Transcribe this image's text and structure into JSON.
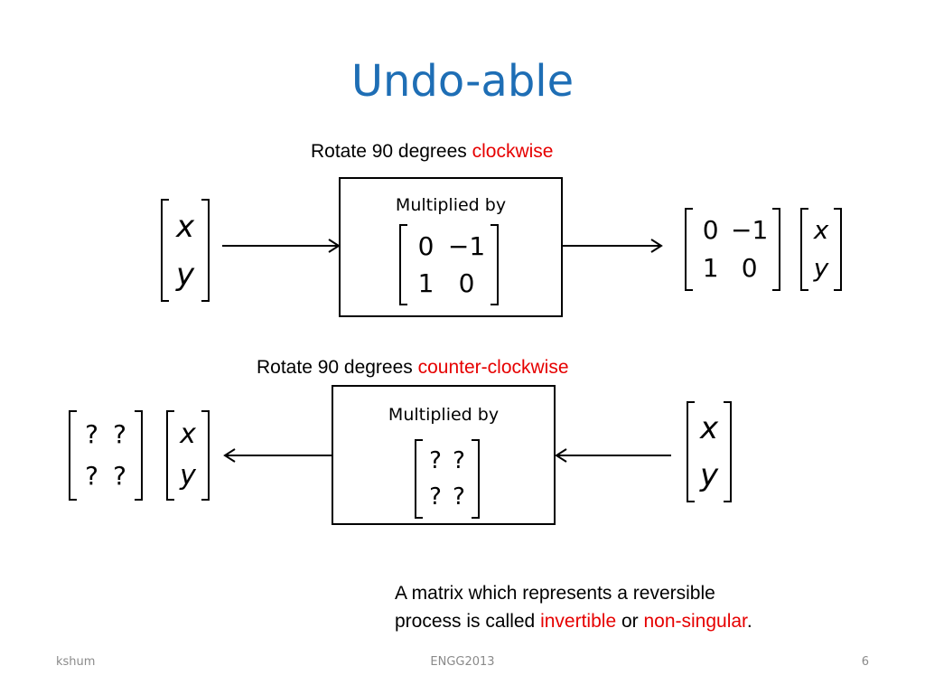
{
  "title": "Undo-able",
  "top": {
    "caption_prefix": "Rotate 90 degrees ",
    "caption_emph": "clockwise",
    "box_label": "Multiplied by",
    "input_vector": [
      "x",
      "y"
    ],
    "box_matrix": [
      "0",
      "−1",
      "1",
      "0"
    ],
    "output_matrix": [
      "0",
      "−1",
      "1",
      "0"
    ],
    "output_vector": [
      "x",
      "y"
    ]
  },
  "bottom": {
    "caption_prefix": "Rotate 90 degrees ",
    "caption_emph": "counter-clockwise",
    "box_label": "Multiplied by",
    "input_vector": [
      "x",
      "y"
    ],
    "box_matrix": [
      "?",
      "?",
      "?",
      "?"
    ],
    "output_matrix": [
      "?",
      "?",
      "?",
      "?"
    ],
    "output_vector": [
      "x",
      "y"
    ]
  },
  "note": {
    "line1": "A matrix which represents a reversible",
    "line2_prefix": "process is called ",
    "term1": "invertible",
    "connector": " or ",
    "term2": "non-singular",
    "suffix": "."
  },
  "footer": {
    "left": "kshum",
    "center": "ENGG2013",
    "page": "6"
  },
  "colors": {
    "title": "#1e6eb5",
    "emphasis": "#e60000"
  }
}
